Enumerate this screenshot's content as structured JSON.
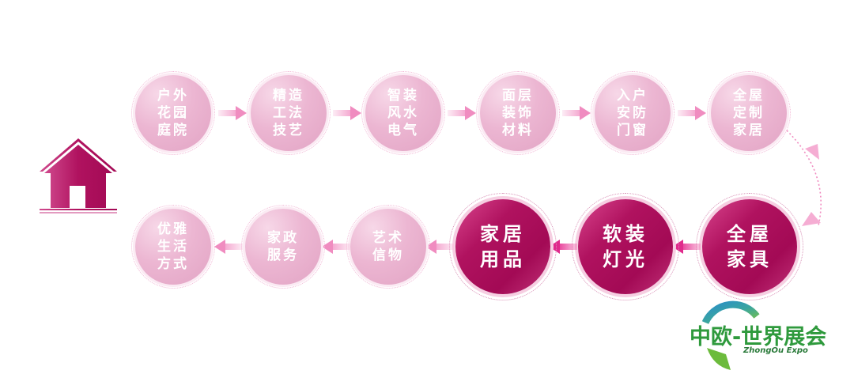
{
  "diagram": {
    "type": "process-flow",
    "start_icon": "house-icon",
    "colors": {
      "light_node": "#ecb6d2",
      "dark_node": "#a30a55",
      "arrow": "#f08cc0",
      "house": "#b0125f",
      "logo_green": "#2f9a3d"
    },
    "top_row": [
      {
        "label": "户外\n花园\n庭院"
      },
      {
        "label": "精造\n工法\n技艺"
      },
      {
        "label": "智装\n风水\n电气"
      },
      {
        "label": "面层\n装饰\n材料"
      },
      {
        "label": "入户\n安防\n门窗"
      },
      {
        "label": "全屋\n定制\n家居"
      }
    ],
    "bottom_row_right_to_left": [
      {
        "label": "全屋\n家具",
        "emphasis": true
      },
      {
        "label": "软装\n灯光",
        "emphasis": true
      },
      {
        "label": "家居\n用品",
        "emphasis": true
      },
      {
        "label": "艺术\n信物",
        "emphasis": false
      },
      {
        "label": "家政\n服务",
        "emphasis": false
      },
      {
        "label": "优雅\n生活\n方式",
        "emphasis": false
      }
    ]
  },
  "logo": {
    "title": "中欧-世界展会",
    "subtitle": "ZhongOu Expo",
    "icon": "globe-icon"
  }
}
